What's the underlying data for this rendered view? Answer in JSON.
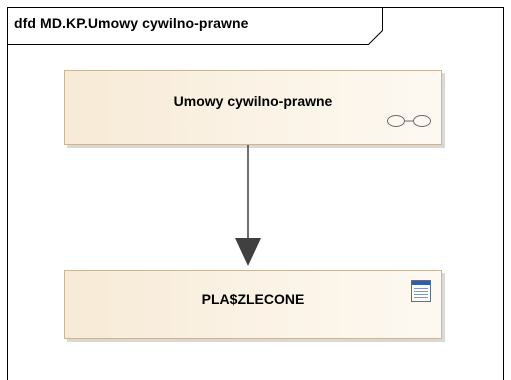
{
  "frame": {
    "title": "dfd MD.KP.Umowy cywilno-prawne"
  },
  "nodes": [
    {
      "label": "Umowy cywilno-prawne",
      "icon": "activity-composite-icon"
    },
    {
      "label": "PLA$ZLECONE",
      "icon": "datastore-table-icon"
    }
  ],
  "connector": {
    "type": "data-flow-arrow"
  },
  "colors": {
    "node_fill_start": "#f7ead6",
    "node_fill_end": "#fdf9f2",
    "node_border": "#c9b79a",
    "arrow": "#404040"
  }
}
